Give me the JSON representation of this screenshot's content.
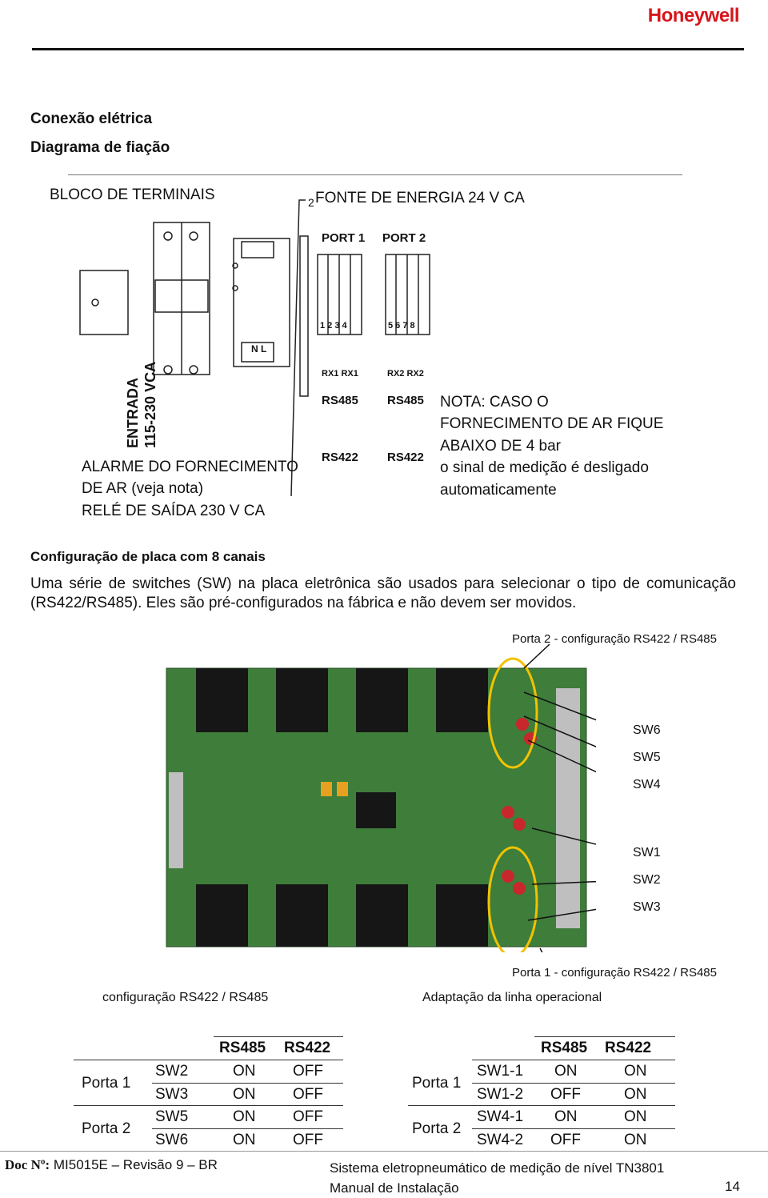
{
  "header": {
    "logo": "Honeywell"
  },
  "section": {
    "title1": "Conexão elétrica",
    "title2": "Diagrama de fiação"
  },
  "wiring": {
    "terminal_block": "BLOCO DE TERMINAIS",
    "power_supply": "FONTE DE ENERGIA 24 V CA",
    "input_line1": "ENTRADA",
    "input_line2": "115-230 VCA",
    "alarm_line1": "ALARME DO FORNECIMENTO",
    "alarm_line2": "DE AR (veja nota)",
    "alarm_line3": "RELÉ DE SAÍDA 230 V CA",
    "note_line1": "NOTA: CASO O",
    "note_line2": "FORNECIMENTO DE AR FIQUE",
    "note_line3": "ABAIXO DE 4 bar",
    "note_line4": "o sinal de medição é desligado",
    "note_line5": "automaticamente",
    "board": {
      "port1": "PORT 1",
      "port2": "PORT 2",
      "nl": "N L",
      "digits1": "1 2 3 4",
      "digits2": "5 6 7 8",
      "rx1": "RX1 RX1",
      "rx2": "RX2 RX2",
      "rs485_a": "RS485",
      "rs485_b": "RS485",
      "rs422_a": "RS422",
      "rs422_b": "RS422",
      "num2": "2"
    }
  },
  "config": {
    "title": "Configuração de placa com 8 canais",
    "paragraph": "Uma série de switches (SW) na placa eletrônica são usados para selecionar o tipo de comunicação (RS422/RS485). Eles são pré-configurados na fábrica e não devem ser movidos.",
    "port2_label": "Porta 2 - configuração RS422 / RS485",
    "port1_label": "Porta 1 - configuração RS422 / RS485",
    "switches": [
      "SW6",
      "SW5",
      "SW4",
      "SW1",
      "SW2",
      "SW3"
    ],
    "left_caption": "configuração RS422 / RS485",
    "right_caption": "Adaptação da linha operacional"
  },
  "table_left": {
    "headers": [
      "RS485",
      "RS422"
    ],
    "groups": [
      {
        "port": "Porta 1",
        "rows": [
          {
            "sw": "SW2",
            "rs485": "ON",
            "rs422": "OFF"
          },
          {
            "sw": "SW3",
            "rs485": "ON",
            "rs422": "OFF"
          }
        ]
      },
      {
        "port": "Porta 2",
        "rows": [
          {
            "sw": "SW5",
            "rs485": "ON",
            "rs422": "OFF"
          },
          {
            "sw": "SW6",
            "rs485": "ON",
            "rs422": "OFF"
          }
        ]
      }
    ]
  },
  "table_right": {
    "headers": [
      "RS485",
      "RS422"
    ],
    "groups": [
      {
        "port": "Porta 1",
        "rows": [
          {
            "sw": "SW1-1",
            "rs485": "ON",
            "rs422": "ON"
          },
          {
            "sw": "SW1-2",
            "rs485": "OFF",
            "rs422": "ON"
          }
        ]
      },
      {
        "port": "Porta 2",
        "rows": [
          {
            "sw": "SW4-1",
            "rs485": "ON",
            "rs422": "ON"
          },
          {
            "sw": "SW4-2",
            "rs485": "OFF",
            "rs422": "ON"
          }
        ]
      }
    ]
  },
  "footer": {
    "doc_label": "Doc Nº:",
    "doc_value": "MI5015E – Revisão 9 – BR",
    "system": "Sistema eletropneumático de medição de nível TN3801",
    "manual": "Manual de Instalação",
    "page": "14"
  }
}
